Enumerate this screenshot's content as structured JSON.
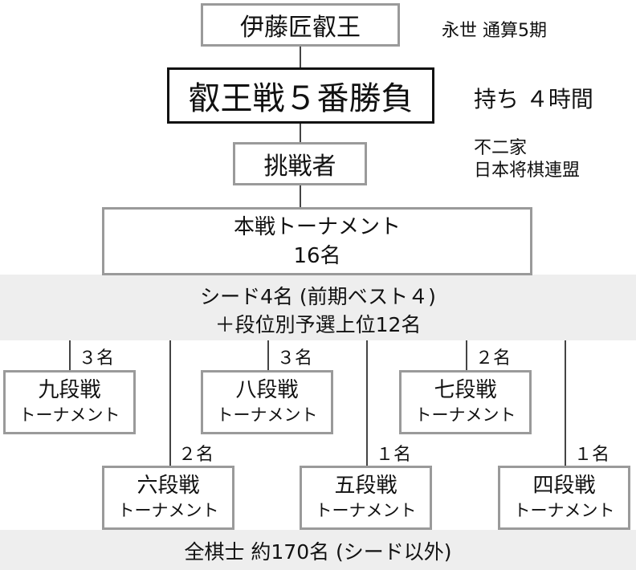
{
  "top": {
    "holder": "伊藤匠叡王",
    "holder_note": "永世 通算5期",
    "title_match": "叡王戦５番勝負",
    "time_limit": "持ち ４時間",
    "challenger": "挑戦者",
    "sponsors": [
      "不二家",
      "日本将棋連盟"
    ]
  },
  "main_tournament": {
    "label": "本戦トーナメント",
    "count": "16名"
  },
  "seed_band": {
    "line1": "シード4名 (前期ベスト４)",
    "line2": "＋段位別予選上位12名"
  },
  "qualifiers": [
    {
      "name": "九段戦",
      "sub": "トーナメント",
      "advance": "３名"
    },
    {
      "name": "六段戦",
      "sub": "トーナメント",
      "advance": "２名"
    },
    {
      "name": "八段戦",
      "sub": "トーナメント",
      "advance": "３名"
    },
    {
      "name": "五段戦",
      "sub": "トーナメント",
      "advance": "１名"
    },
    {
      "name": "七段戦",
      "sub": "トーナメント",
      "advance": "２名"
    },
    {
      "name": "四段戦",
      "sub": "トーナメント",
      "advance": "１名"
    }
  ],
  "bottom_band": "全棋士 約170名 (シード以外)",
  "colors": {
    "band": "#eeeeee",
    "box_border": "#9a9a9a",
    "title_border": "#111111",
    "line": "#444444"
  }
}
